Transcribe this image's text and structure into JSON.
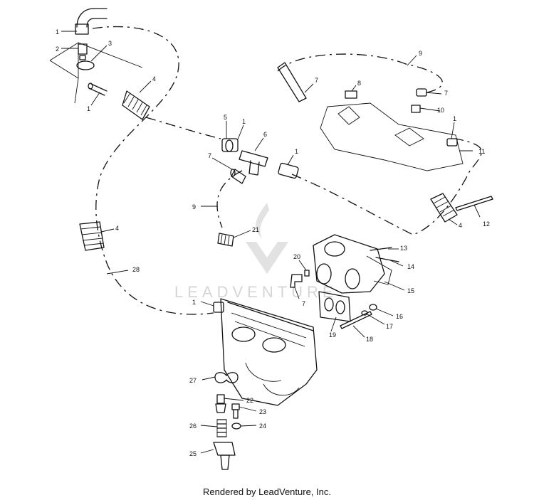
{
  "callouts": {
    "c1a": "1",
    "c2": "2",
    "c3": "3",
    "c4a": "4",
    "c1b": "1",
    "c5": "5",
    "c1c": "1",
    "c6": "6",
    "c7a": "7",
    "c1d": "1",
    "c9a": "9",
    "c7b": "7",
    "c8": "8",
    "c7c": "7",
    "c10": "10",
    "c1e": "1",
    "c11": "11",
    "c4b": "4",
    "c12": "12",
    "c9b": "9",
    "c21": "21",
    "c4c": "4",
    "c28": "28",
    "c20": "20",
    "c13": "13",
    "c14": "14",
    "c15": "15",
    "c7d": "7",
    "c16": "16",
    "c17": "17",
    "c19": "19",
    "c18": "18",
    "c1f": "1",
    "c27": "27",
    "c22": "22",
    "c23": "23",
    "c24": "24",
    "c26": "26",
    "c25": "25"
  },
  "watermark": {
    "logo": "leadventure-logo",
    "text": "LEADVENTURE"
  },
  "footer": {
    "credit": "Rendered by LeadVenture, Inc."
  },
  "colors": {
    "line": "#111111",
    "watermark": "#d6d6d6",
    "background": "#ffffff"
  }
}
